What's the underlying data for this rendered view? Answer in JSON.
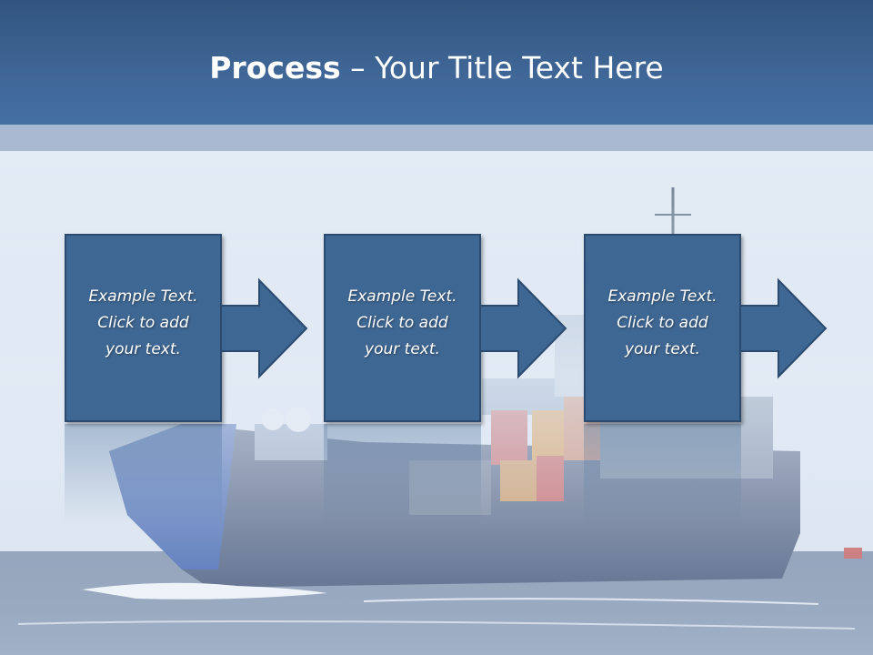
{
  "title": {
    "bold": "Process",
    "rest": " – Your Title Text Here"
  },
  "steps": [
    {
      "text": "Example Text.\nClick  to add\nyour text."
    },
    {
      "text": "Example Text.\nClick  to add\nyour text."
    },
    {
      "text": "Example Text.\nClick  to add\nyour text."
    }
  ],
  "colors": {
    "header": "#3e6595",
    "card": "#3f6793",
    "band": "#a9b9d2",
    "sea": "#5d7291"
  },
  "background": "container-ship-at-sea"
}
